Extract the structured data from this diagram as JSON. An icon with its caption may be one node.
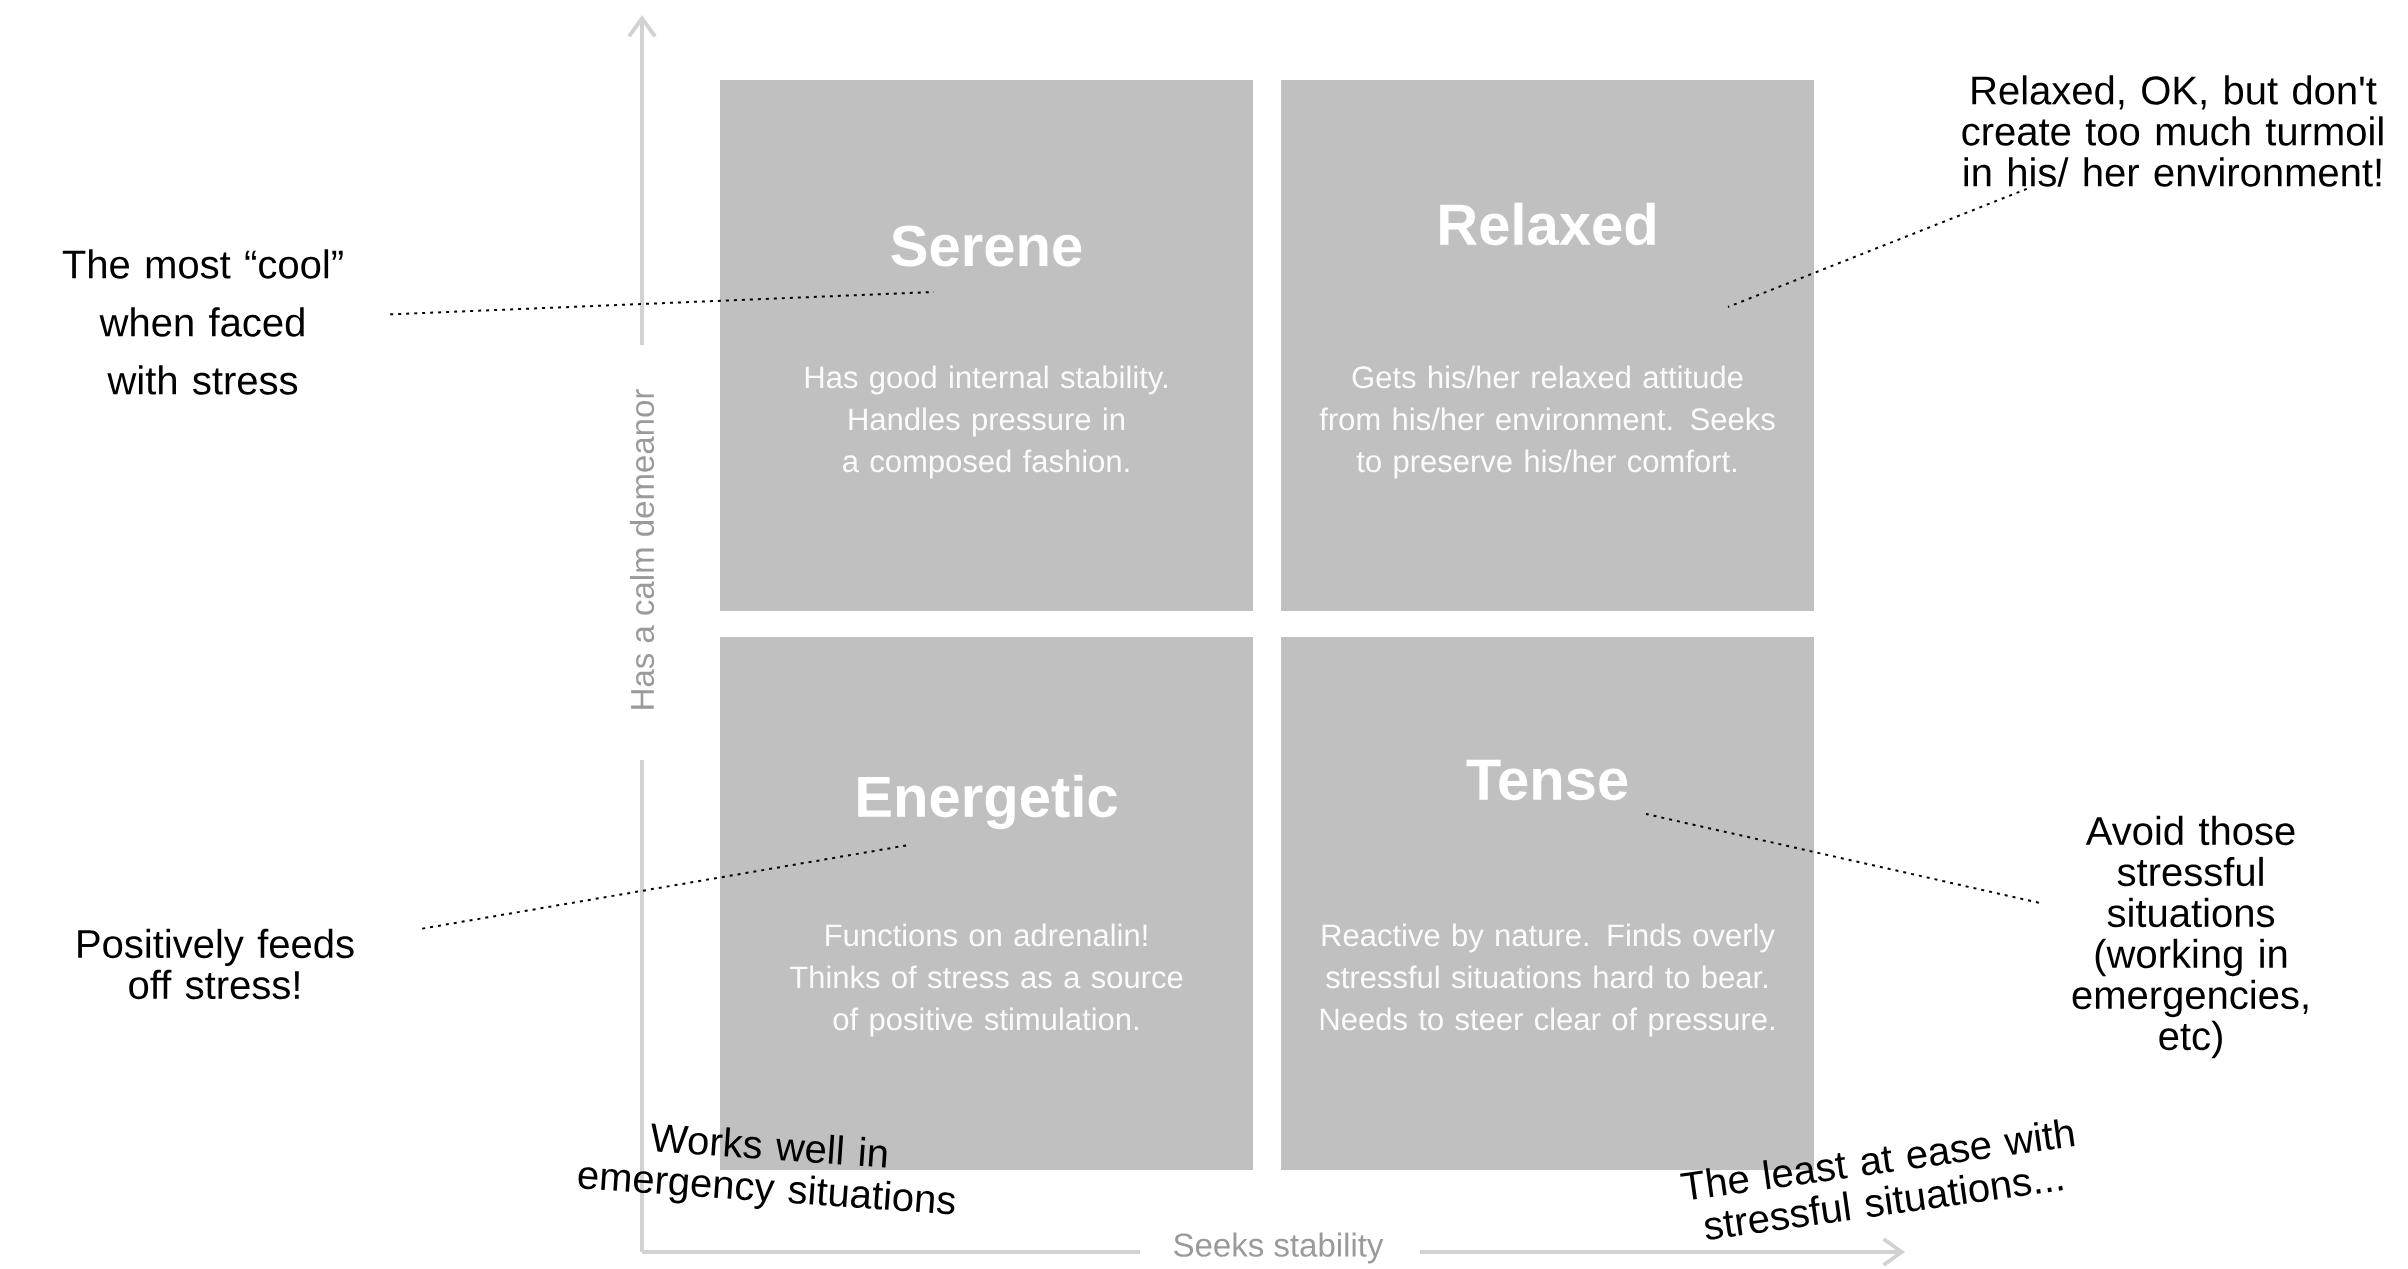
{
  "diagram": {
    "nodes": [
      {
        "text": [
          "Serene",
          "Has good internal stability. Handles pressure in a composed fashion."
        ]
      },
      {
        "text": [
          "Relaxed",
          "Gets his/her relaxed attitude from his/her environment. Seeks to preserve his/her comfort."
        ]
      },
      {
        "text": [
          "Energetic",
          "Functions on adrenalin! Thinks of stress as a source of positive stimulation."
        ]
      },
      {
        "text": [
          "Tense",
          "Reactive by nature. Finds overly stressful situations hard to bear. Needs to steer clear of pressure."
        ]
      },
      {
        "text": [
          "The most “cool” when faced with stress"
        ]
      },
      {
        "text": [
          "Relaxed, OK, but don't create too much turmoil in his/ her environment!"
        ]
      },
      {
        "text": [
          "Positively feeds off stress!"
        ]
      },
      {
        "text": [
          "Avoid those stressful situations (working in emergencies, etc)"
        ]
      }
    ],
    "edges": [
      {
        "from": 4,
        "to": 0,
        "arrow": "none",
        "style": "dashed"
      },
      {
        "from": 5,
        "to": 1,
        "arrow": "none",
        "style": "dashed"
      },
      {
        "from": 6,
        "to": 2,
        "arrow": "none",
        "style": "dashed"
      },
      {
        "from": 7,
        "to": 3,
        "arrow": "none",
        "style": "dashed"
      }
    ],
    "labels": [
      "Has a calm demeanor",
      "Works well in emergency situations",
      "Seeks stability",
      "The least at ease with stressful situations..."
    ]
  }
}
